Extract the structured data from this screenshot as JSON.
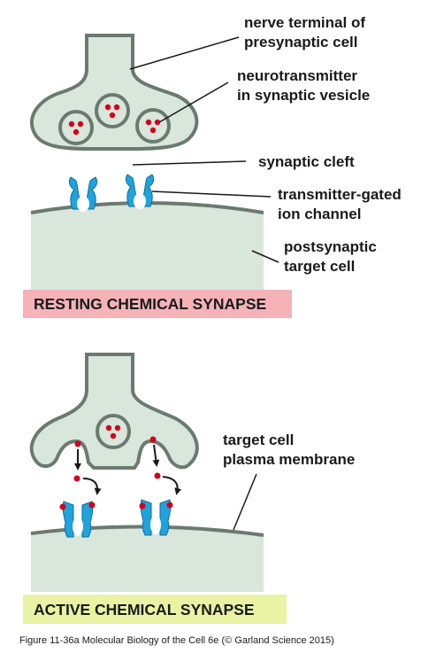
{
  "resting": {
    "labels": {
      "nerve_terminal_1": "nerve terminal of",
      "nerve_terminal_2": "presynaptic cell",
      "neurotransmitter_1": "neurotransmitter",
      "neurotransmitter_2": "in synaptic vesicle",
      "synaptic_cleft": "synaptic cleft",
      "channel_1": "transmitter-gated",
      "channel_2": "ion channel",
      "postsynaptic_1": "postsynaptic",
      "postsynaptic_2": "target cell"
    },
    "banner": "RESTING CHEMICAL SYNAPSE"
  },
  "active": {
    "labels": {
      "membrane_1": "target cell",
      "membrane_2": "plasma membrane"
    },
    "banner": "ACTIVE CHEMICAL SYNAPSE"
  },
  "caption": "Figure 11-36a  Molecular Biology of the Cell 6e (© Garland Science 2015)",
  "colors": {
    "cell_fill": "#d9e6dc",
    "cell_outline": "#6b7a70",
    "channel_blue": "#1fa3dc",
    "neurotransmitter_red": "#d4001a",
    "resting_banner": "#f5b3b8",
    "active_banner": "#e9f3a3"
  }
}
